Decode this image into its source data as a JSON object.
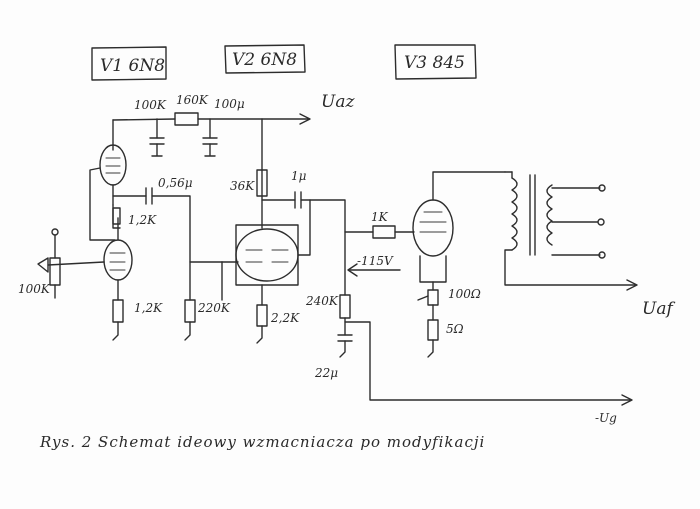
{
  "tubes": {
    "v1": "V1 6N8",
    "v2": "V2 6N8",
    "v3": "V3 845"
  },
  "labels": {
    "r_100k_top": "100K",
    "r_160k": "160K",
    "c_100u": "100μ",
    "uaz": "Uaz",
    "c_056u": "0,56μ",
    "r_36k": "36K",
    "c_1u": "1μ",
    "r_12k_a": "1,2K",
    "r_1k": "1K",
    "v_115": "-115V",
    "r_100k_in": "100K",
    "r_12k_b": "1,2K",
    "r_220k": "220K",
    "r_22k": "2,2K",
    "r_240k": "240K",
    "r_100r": "100Ω",
    "r_5r": "5Ω",
    "uaf": "Uaf",
    "c_22u": "22μ",
    "ug": "-Ug"
  },
  "caption": "Rys. 2   Schemat ideowy wzmacniacza po modyfikacji"
}
